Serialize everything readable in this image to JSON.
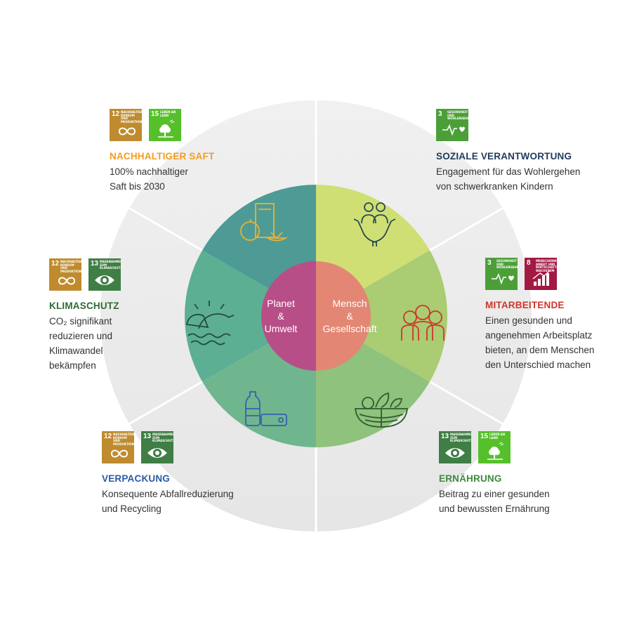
{
  "center": {
    "left": [
      "Planet",
      "&",
      "Umwelt"
    ],
    "right": [
      "Mensch",
      "&",
      "Gesellschaft"
    ]
  },
  "colors": {
    "ring_outer": "#ebebeb",
    "seg_saft": "#4e9b95",
    "seg_klima": "#5daf93",
    "seg_verpackung": "#6fb68e",
    "seg_sozial": "#cfdf74",
    "seg_mitarbeiter": "#aacc72",
    "seg_ernaehrung": "#8fc27c",
    "center_left": "#b84e87",
    "center_right": "#e38673",
    "sdg12": "#bf8b2e",
    "sdg13": "#3f7e44",
    "sdg15": "#56c02b",
    "sdg3": "#4c9f38",
    "sdg8": "#a21942"
  },
  "sections": {
    "nachhaltiger_saft": {
      "title": "NACHHALTIGER SAFT",
      "title_color": "#f39c1f",
      "desc": [
        "100% nachhaltiger",
        "Saft bis 2030"
      ],
      "badges": [
        {
          "num": "12",
          "label": "NACHHALTIGE/R KONSUM UND PRODUKTION",
          "icon": "infinity-icon",
          "color": "#bf8b2e"
        },
        {
          "num": "15",
          "label": "LEBEN AN LAND",
          "icon": "tree-icon",
          "color": "#56c02b"
        }
      ]
    },
    "klimaschutz": {
      "title": "KLIMASCHUTZ",
      "title_color": "#2e6b33",
      "desc": [
        "CO₂ signifikant",
        "reduzieren und",
        "Klimawandel",
        "bekämpfen"
      ],
      "badges": [
        {
          "num": "12",
          "label": "NACHHALTIGE/R KONSUM UND PRODUKTION",
          "icon": "infinity-icon",
          "color": "#bf8b2e"
        },
        {
          "num": "13",
          "label": "MASSNAHMEN ZUM KLIMASCHUTZ",
          "icon": "eye-globe-icon",
          "color": "#3f7e44"
        }
      ]
    },
    "verpackung": {
      "title": "VERPACKUNG",
      "title_color": "#2a5aa6",
      "desc": [
        "Konsequente Abfallreduzierung",
        "und Recycling"
      ],
      "badges": [
        {
          "num": "12",
          "label": "NACHHALTIGE/R KONSUM UND PRODUKTION",
          "icon": "infinity-icon",
          "color": "#bf8b2e"
        },
        {
          "num": "13",
          "label": "MASSNAHMEN ZUM KLIMASCHUTZ",
          "icon": "eye-globe-icon",
          "color": "#3f7e44"
        }
      ]
    },
    "soziale_verantwortung": {
      "title": "SOZIALE VERANTWORTUNG",
      "title_color": "#1f3b5a",
      "desc": [
        "Engagement für das Wohlergehen",
        "von schwerkranken Kindern"
      ],
      "badges": [
        {
          "num": "3",
          "label": "GESUNDHEIT UND WOHLERGEHEN",
          "icon": "heartbeat-icon",
          "color": "#4c9f38"
        }
      ]
    },
    "mitarbeitende": {
      "title": "MITARBEITENDE",
      "title_color": "#d0352b",
      "desc": [
        "Einen gesunden und",
        "angenehmen Arbeitsplatz",
        "bieten, an dem Menschen",
        "den Unterschied machen"
      ],
      "badges": [
        {
          "num": "3",
          "label": "GESUNDHEIT UND WOHLERGEHEN",
          "icon": "heartbeat-icon",
          "color": "#4c9f38"
        },
        {
          "num": "8",
          "label": "MENSCHENWÜRDIGE ARBEIT UND WIRTSCHAFTS-WACHSTUM",
          "icon": "growth-chart-icon",
          "color": "#a21942"
        }
      ]
    },
    "ernaehrung": {
      "title": "ERNÄHRUNG",
      "title_color": "#3d8a3d",
      "desc": [
        "Beitrag zu einer gesunden",
        "und bewussten Ernährung"
      ],
      "badges": [
        {
          "num": "13",
          "label": "MASSNAHMEN ZUM KLIMASCHUTZ",
          "icon": "eye-globe-icon",
          "color": "#3f7e44"
        },
        {
          "num": "15",
          "label": "LEBEN AN LAND",
          "icon": "tree-icon",
          "color": "#56c02b"
        }
      ]
    }
  }
}
